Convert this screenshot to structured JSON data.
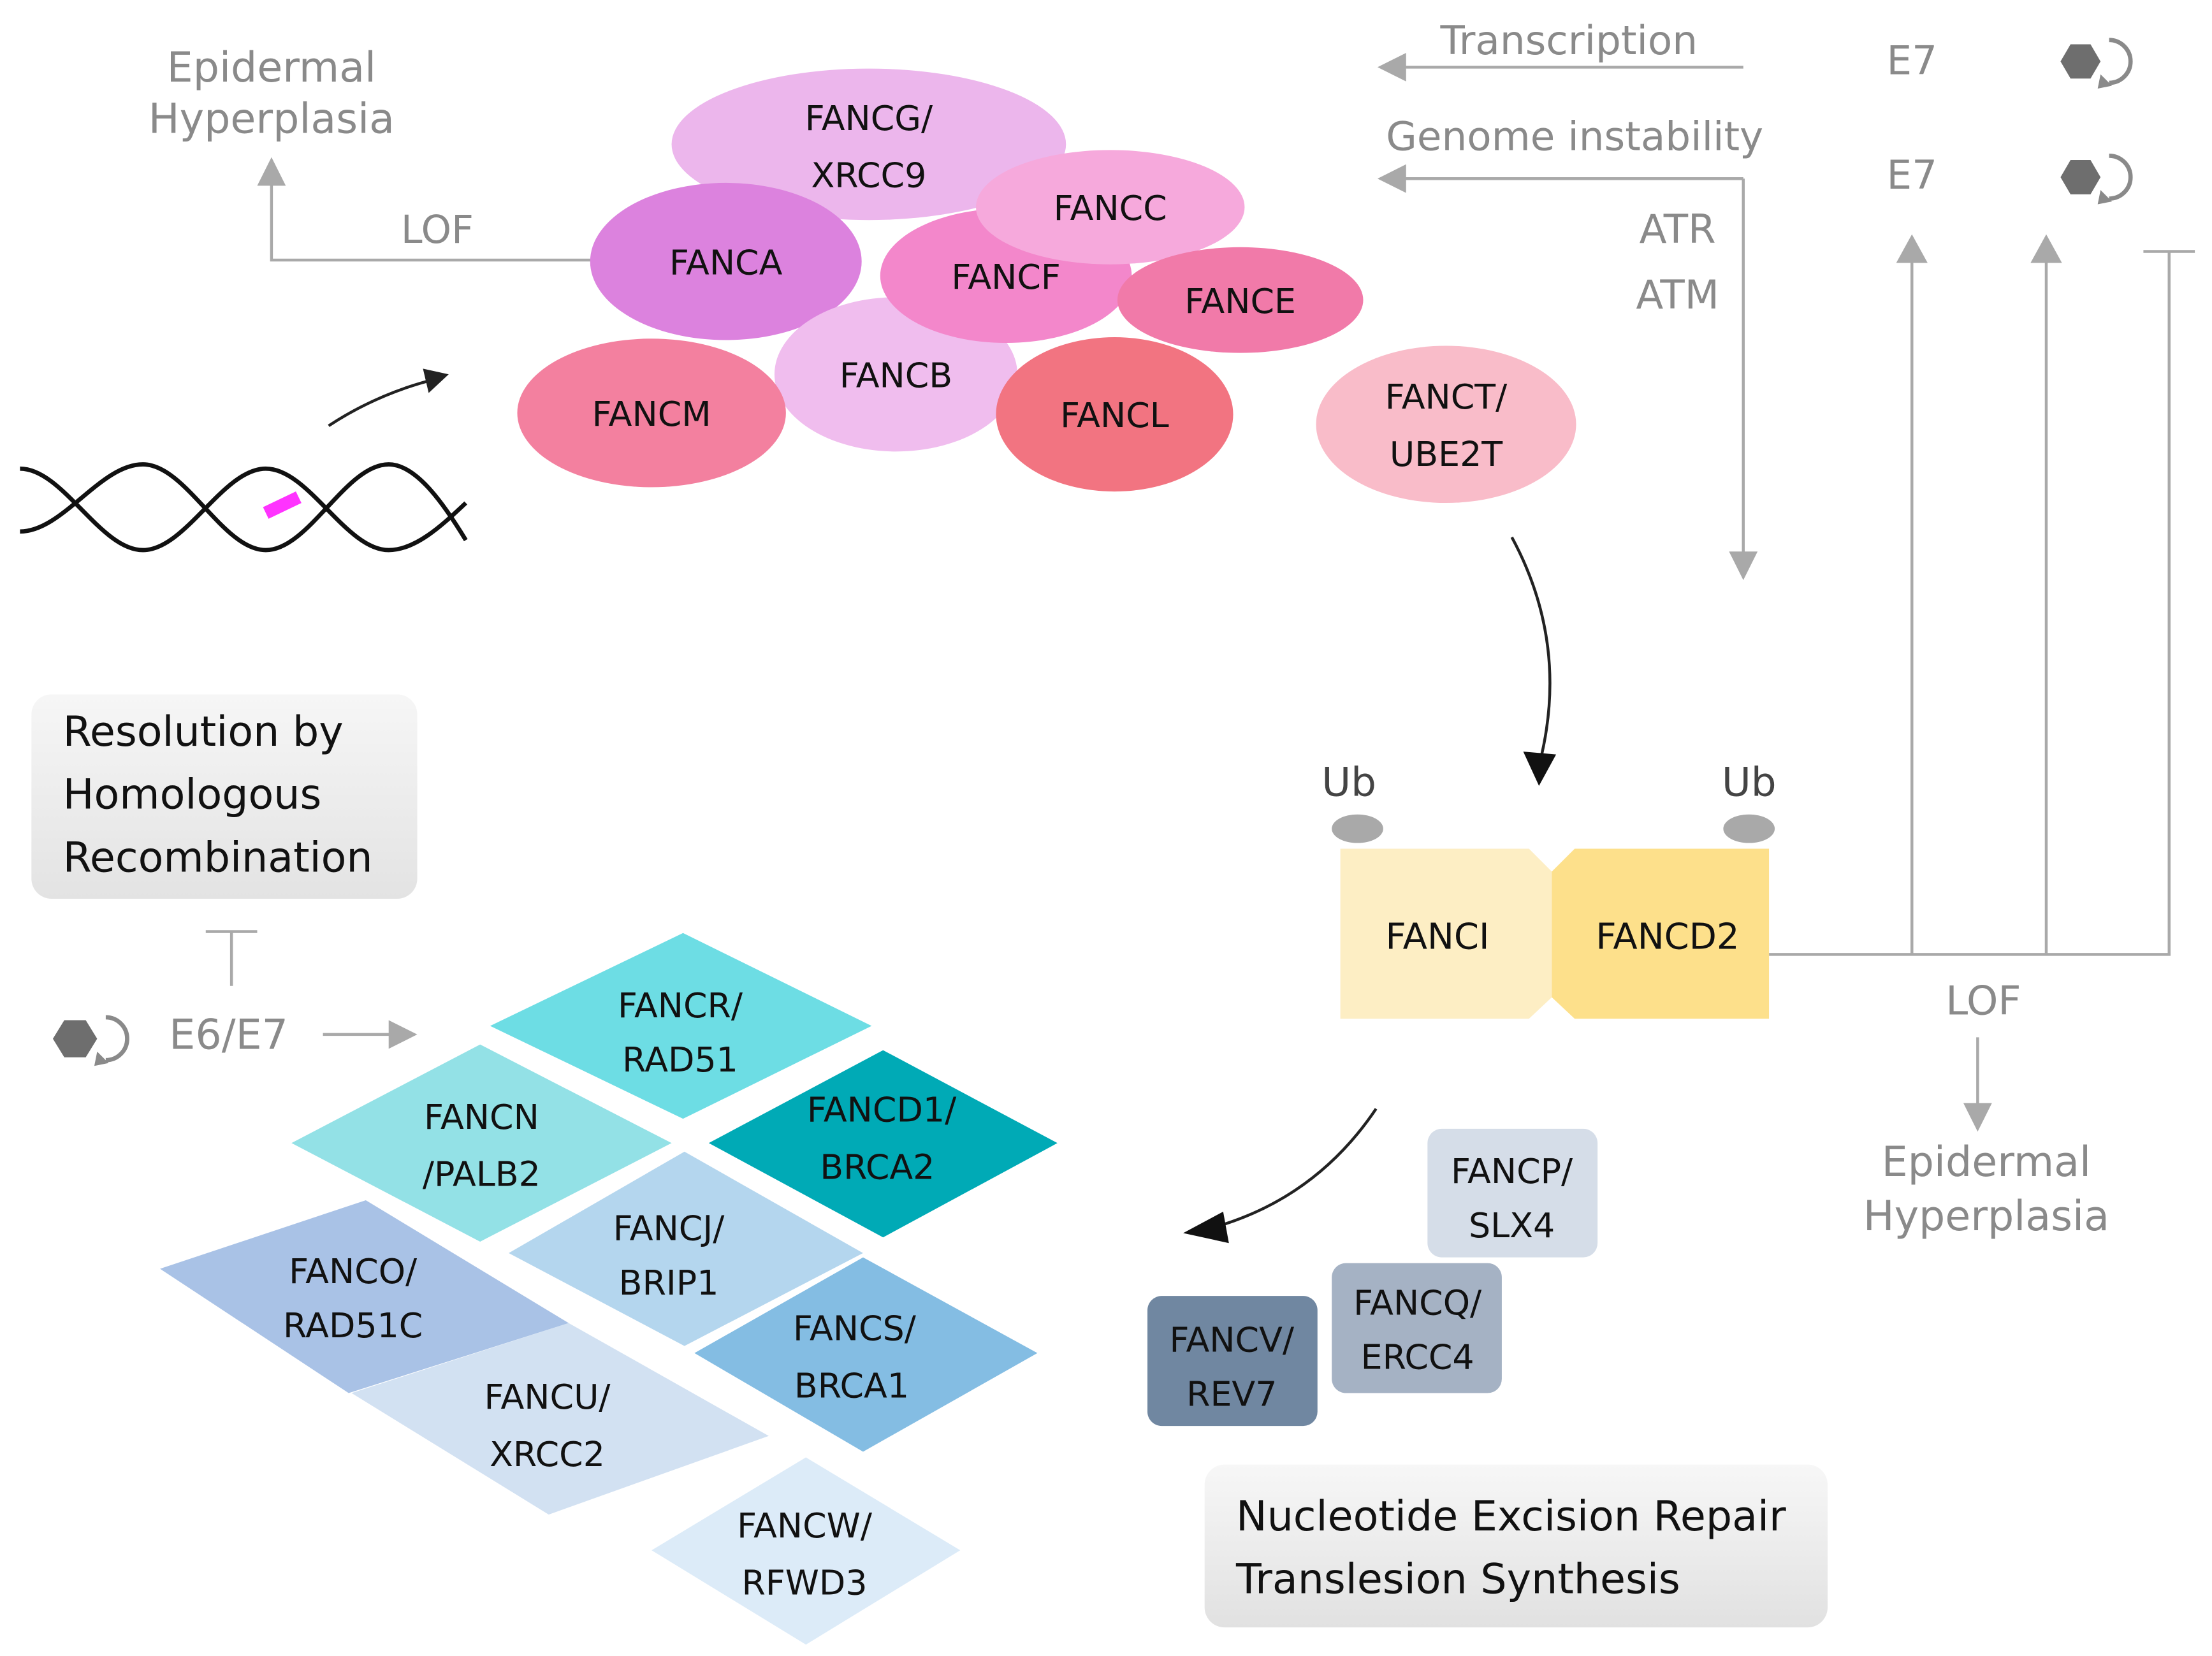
{
  "colors": {
    "gray_text": "#8a8a8a",
    "arrow_gray": "#a9a9a9",
    "fancg": "#ecb6ec",
    "fanca": "#dc82de",
    "fancc": "#f6a9dc",
    "fancf": "#f387cb",
    "fance": "#f17aa9",
    "fancb": "#f0bdee",
    "fancm": "#f3809f",
    "fancl": "#f27481",
    "fanct": "#f9bcc9",
    "fanci": "#fdeec4",
    "fancd2": "#fde08b",
    "magenta_lesion": "#ff33ff"
  },
  "core_complex": {
    "fancg_line1": "FANCG/",
    "fancg_line2": "XRCC9",
    "fanca": "FANCA",
    "fancc": "FANCC",
    "fancf": "FANCF",
    "fance": "FANCE",
    "fancb": "FANCB",
    "fancm": "FANCM",
    "fancl": "FANCL",
    "fanct_line1": "FANCT/",
    "fanct_line2": "UBE2T"
  },
  "left_top": {
    "epidermal_line1": "Epidermal",
    "epidermal_line2": "Hyperplasia",
    "lof": "LOF"
  },
  "right_top": {
    "transcription": "Transcription",
    "genome_instability": "Genome instability",
    "atr": "ATR",
    "atm": "ATM",
    "e7_a": "E7",
    "e7_b": "E7"
  },
  "id2": {
    "ub_left": "Ub",
    "ub_right": "Ub",
    "fanci": "FANCI",
    "fancd2": "FANCD2",
    "lof": "LOF",
    "epidermal_line1": "Epidermal",
    "epidermal_line2": "Hyperplasia"
  },
  "hr": {
    "box_text": "Resolution by\nHomologous\nRecombination",
    "e6e7": "E6/E7",
    "fancr_1": "FANCR/",
    "fancr_2": "RAD51",
    "fancn_1": "FANCN",
    "fancn_2": "/PALB2",
    "fancd1_1": "FANCD1/",
    "fancd1_2": "BRCA2",
    "fancj_1": "FANCJ/",
    "fancj_2": "BRIP1",
    "fanco_1": "FANCO/",
    "fanco_2": "RAD51C",
    "fancs_1": "FANCS/",
    "fancs_2": "BRCA1",
    "fancu_1": "FANCU/",
    "fancu_2": "XRCC2",
    "fancw_1": "FANCW/",
    "fancw_2": "RFWD3"
  },
  "ner": {
    "fancp_1": "FANCP/",
    "fancp_2": "SLX4",
    "fancq_1": "FANCQ/",
    "fancq_2": "ERCC4",
    "fancv_1": "FANCV/",
    "fancv_2": "REV7",
    "box_text": "Nucleotide Excision Repair\nTranslesion Synthesis"
  }
}
